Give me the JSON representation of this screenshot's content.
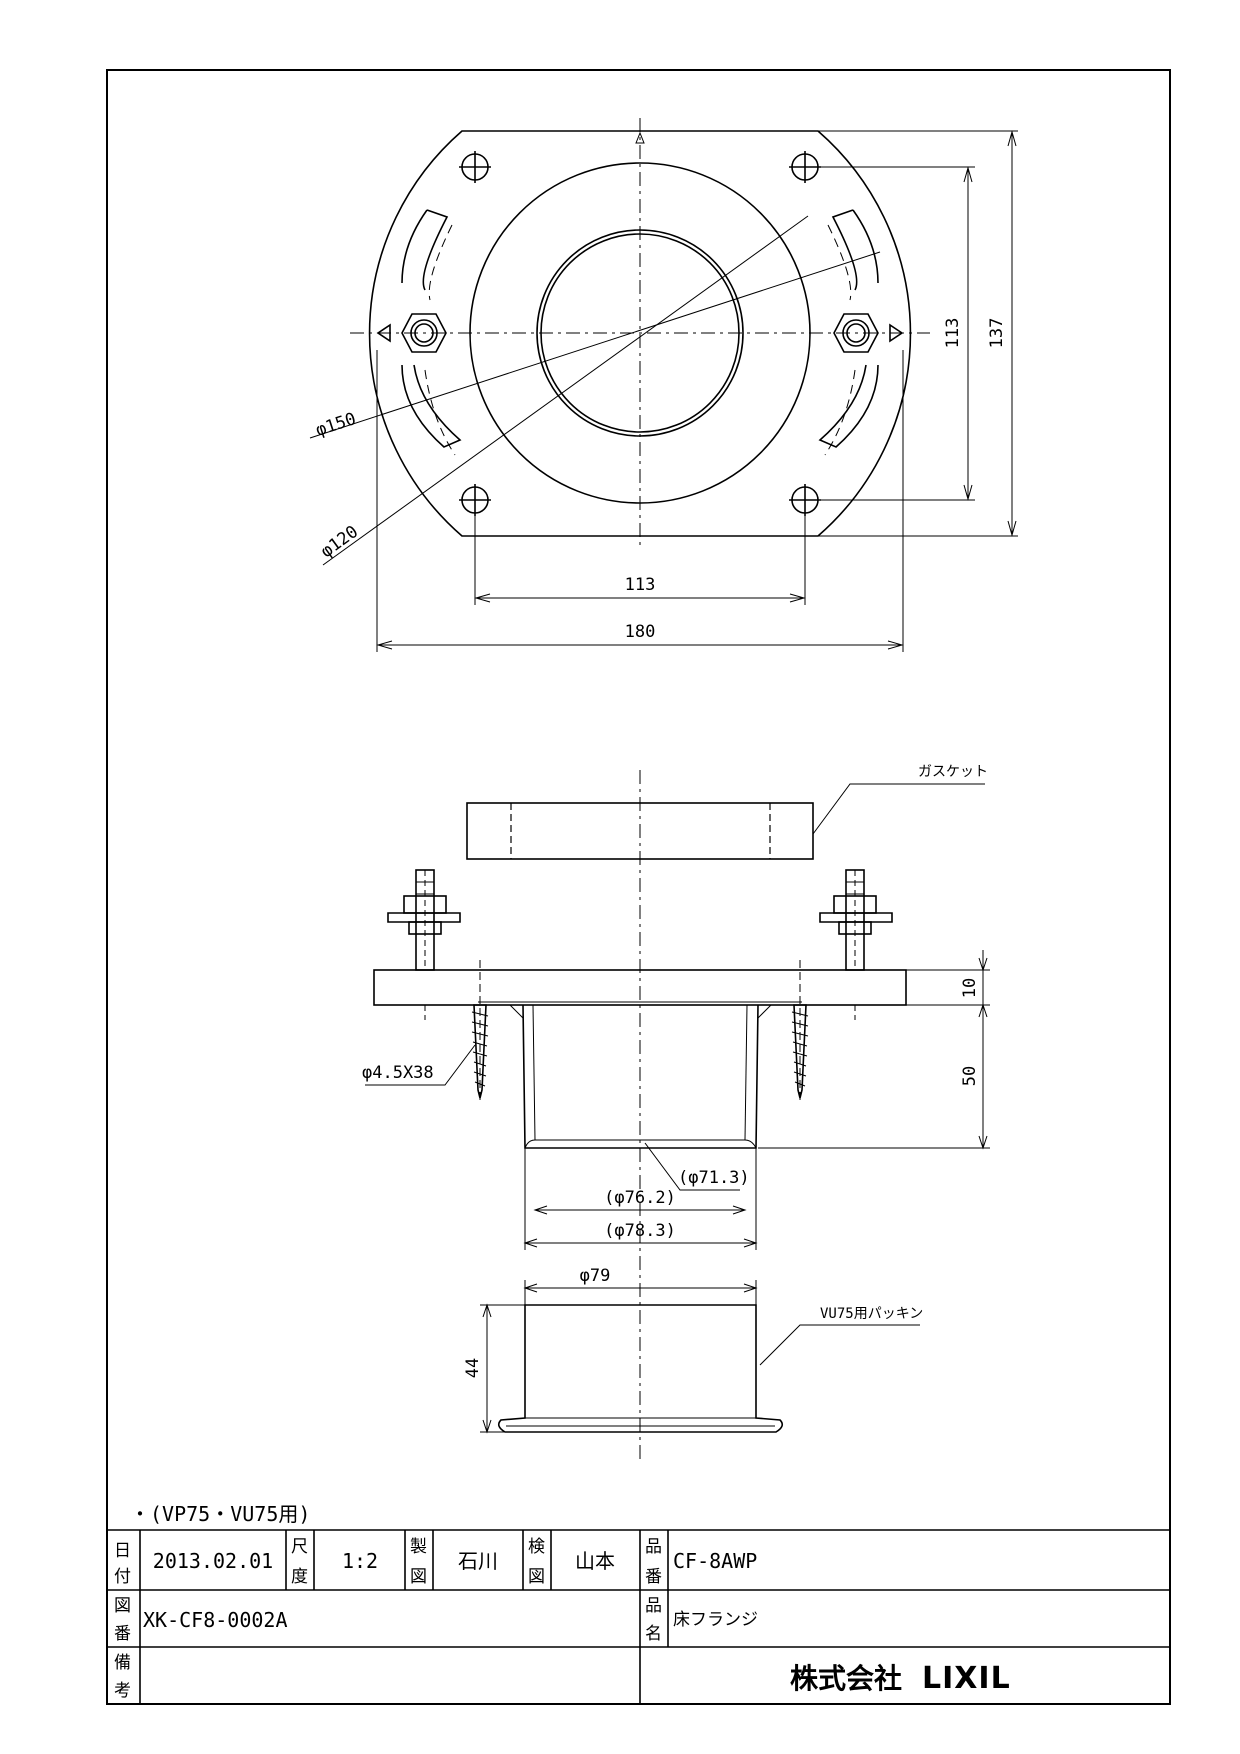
{
  "drawing": {
    "top_view": {
      "dims": {
        "d150": "φ150",
        "d120": "φ120",
        "h113": "113",
        "h137": "137",
        "w113": "113",
        "w180": "180"
      }
    },
    "side_view": {
      "gasket_label": "ガスケット",
      "screw_label": "φ4.5X38",
      "dim_10": "10",
      "dim_50": "50",
      "dim_71": "(φ71.3)",
      "dim_76": "(φ76.2)",
      "dim_78": "(φ78.3)",
      "dim_79": "φ79",
      "dim_44": "44",
      "packing_label": "VU75用パッキン"
    },
    "note": "・(VP75・VU75用)"
  },
  "title_block": {
    "date_label": [
      "日",
      "付"
    ],
    "date": "2013.02.01",
    "scale_label": [
      "尺",
      "度"
    ],
    "scale": "1:2",
    "made_label": [
      "製",
      "図"
    ],
    "made_by": "石川",
    "check_label": [
      "検",
      "図"
    ],
    "checked_by": "山本",
    "part_no_label": [
      "品",
      "番"
    ],
    "part_no": "CF-8AWP",
    "drawing_no_label": [
      "図",
      "番"
    ],
    "drawing_no": "XK-CF8-0002A",
    "product_name_label": [
      "品",
      "名"
    ],
    "product_name": "床フランジ",
    "remarks_label": [
      "備",
      "考"
    ],
    "company": "株式会社",
    "brand": "LIXIL"
  }
}
